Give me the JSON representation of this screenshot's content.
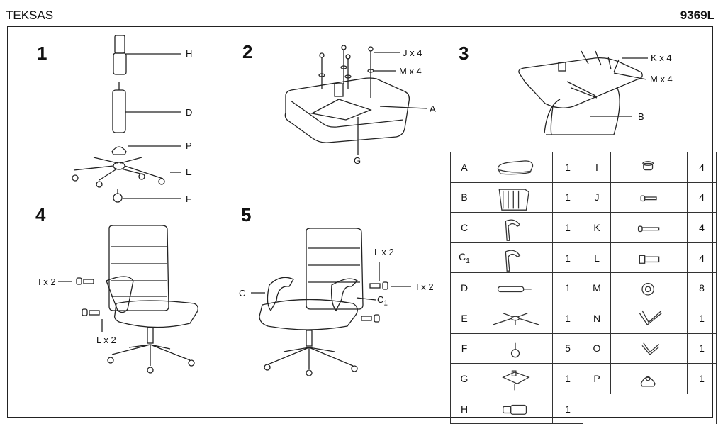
{
  "header": {
    "brand": "TEKSAS",
    "code": "9369L"
  },
  "steps": [
    "1",
    "2",
    "3",
    "4",
    "5"
  ],
  "labels": {
    "h": "H",
    "d": "D",
    "p": "P",
    "e": "E",
    "f": "F",
    "j4": "J x 4",
    "m4a": "M x 4",
    "a": "A",
    "g": "G",
    "k4": "K x 4",
    "m4b": "M x 4",
    "b": "B",
    "i2a": "I x 2",
    "l2a": "L x 2",
    "l2b": "L x 2",
    "c": "C",
    "i2b": "I x 2",
    "c1": "C",
    "c1sub": "1"
  },
  "parts_left": [
    {
      "letter": "A",
      "sub": "",
      "icon": "seat-icon",
      "qty": "1"
    },
    {
      "letter": "B",
      "sub": "",
      "icon": "backrest-icon",
      "qty": "1"
    },
    {
      "letter": "C",
      "sub": "",
      "icon": "armrest-icon",
      "qty": "1"
    },
    {
      "letter": "C",
      "sub": "1",
      "icon": "armrest-icon",
      "qty": "1"
    },
    {
      "letter": "D",
      "sub": "",
      "icon": "gas-cylinder-icon",
      "qty": "1"
    },
    {
      "letter": "E",
      "sub": "",
      "icon": "star-base-icon",
      "qty": "1"
    },
    {
      "letter": "F",
      "sub": "",
      "icon": "caster-icon",
      "qty": "5"
    },
    {
      "letter": "G",
      "sub": "",
      "icon": "mechanism-icon",
      "qty": "1"
    },
    {
      "letter": "H",
      "sub": "",
      "icon": "cylinder-cover-icon",
      "qty": "1"
    }
  ],
  "parts_right": [
    {
      "letter": "I",
      "icon": "cap-icon",
      "qty": "4"
    },
    {
      "letter": "J",
      "icon": "short-bolt-icon",
      "qty": "4"
    },
    {
      "letter": "K",
      "icon": "long-bolt-icon",
      "qty": "4"
    },
    {
      "letter": "L",
      "icon": "hex-bolt-icon",
      "qty": "4"
    },
    {
      "letter": "M",
      "icon": "washer-icon",
      "qty": "8"
    },
    {
      "letter": "N",
      "icon": "allen-key-large-icon",
      "qty": "1"
    },
    {
      "letter": "O",
      "icon": "allen-key-small-icon",
      "qty": "1"
    },
    {
      "letter": "P",
      "icon": "dust-cover-icon",
      "qty": "1"
    }
  ]
}
